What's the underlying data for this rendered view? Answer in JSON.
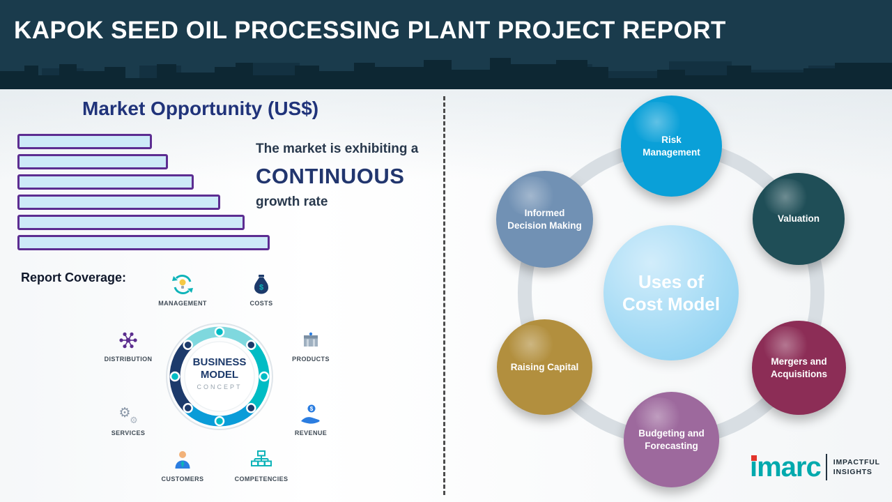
{
  "header": {
    "title": "KAPOK SEED OIL PROCESSING PLANT PROJECT REPORT",
    "bg_color": "#1a3b4c"
  },
  "market": {
    "title": "Market Opportunity (US$)",
    "exhibit_line": "The market is exhibiting a",
    "highlight": "CONTINUOUS",
    "growth_line": "growth rate"
  },
  "chart_data": {
    "type": "bar",
    "orientation": "horizontal",
    "title": "Market Opportunity (US$)",
    "values": [
      193,
      216,
      253,
      291,
      326,
      362
    ],
    "value_note": "unlabeled decorative bars showing steadily increasing market size",
    "bar_fill": "#cdeaf8",
    "bar_border": "#5c2d91",
    "annotations": [
      "The market is exhibiting a",
      "CONTINUOUS",
      "growth rate"
    ]
  },
  "report_coverage": {
    "label": "Report Coverage:",
    "center_line1": "BUSINESS",
    "center_line2": "MODEL",
    "center_line3": "CONCEPT",
    "items": [
      {
        "label": "MANAGEMENT"
      },
      {
        "label": "COSTS"
      },
      {
        "label": "DISTRIBUTION"
      },
      {
        "label": "PRODUCTS"
      },
      {
        "label": "SERVICES"
      },
      {
        "label": "REVENUE"
      },
      {
        "label": "CUSTOMERS"
      },
      {
        "label": "COMPETENCIES"
      }
    ]
  },
  "cost_model": {
    "center_line1": "Uses of",
    "center_line2": "Cost Model",
    "items": [
      {
        "label": "Risk Management",
        "color": "#0aa0d8"
      },
      {
        "label": "Valuation",
        "color": "#1f4e57"
      },
      {
        "label": "Mergers and Acquisitions",
        "color": "#8c2d56"
      },
      {
        "label": "Budgeting and Forecasting",
        "color": "#9d699d"
      },
      {
        "label": "Raising Capital",
        "color": "#b28f3e"
      },
      {
        "label": "Informed Decision Making",
        "color": "#7191b4"
      }
    ]
  },
  "icons": {
    "dollar": "$",
    "gear": "⚙"
  },
  "logo": {
    "brand": "imarc",
    "tagline1": "IMPACTFUL",
    "tagline2": "INSIGHTS",
    "brand_color": "#00a9ad"
  }
}
